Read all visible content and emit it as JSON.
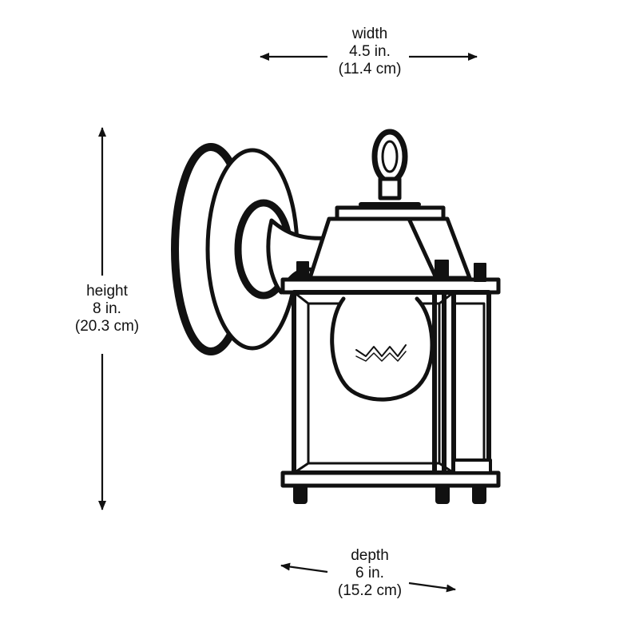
{
  "dimensions": {
    "width": {
      "name": "width",
      "imperial": "4.5 in.",
      "metric": "(11.4 cm)"
    },
    "height": {
      "name": "height",
      "imperial": "8 in.",
      "metric": "(20.3 cm)"
    },
    "depth": {
      "name": "depth",
      "imperial": "6 in.",
      "metric": "(15.2 cm)"
    }
  },
  "colors": {
    "ink": "#111111",
    "background": "#ffffff"
  }
}
